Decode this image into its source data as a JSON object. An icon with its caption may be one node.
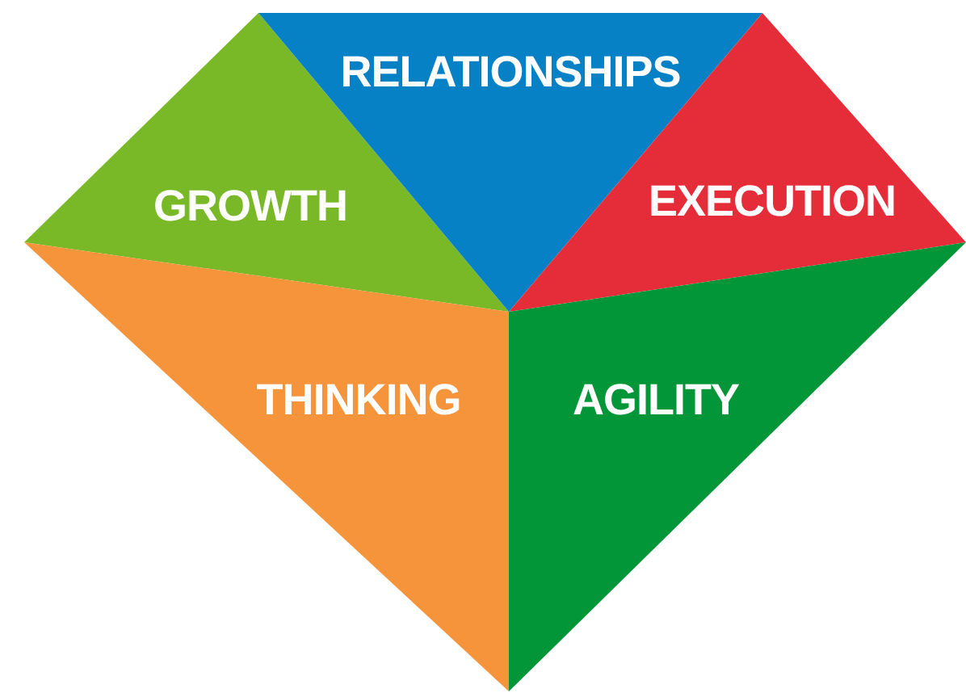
{
  "diagram": {
    "nodes": [
      {
        "text": [
          "GROWTH"
        ]
      },
      {
        "text": [
          "RELATIONSHIPS"
        ]
      },
      {
        "text": [
          "EXECUTION"
        ]
      },
      {
        "text": [
          "THINKING"
        ]
      },
      {
        "text": [
          "AGILITY"
        ]
      }
    ]
  }
}
